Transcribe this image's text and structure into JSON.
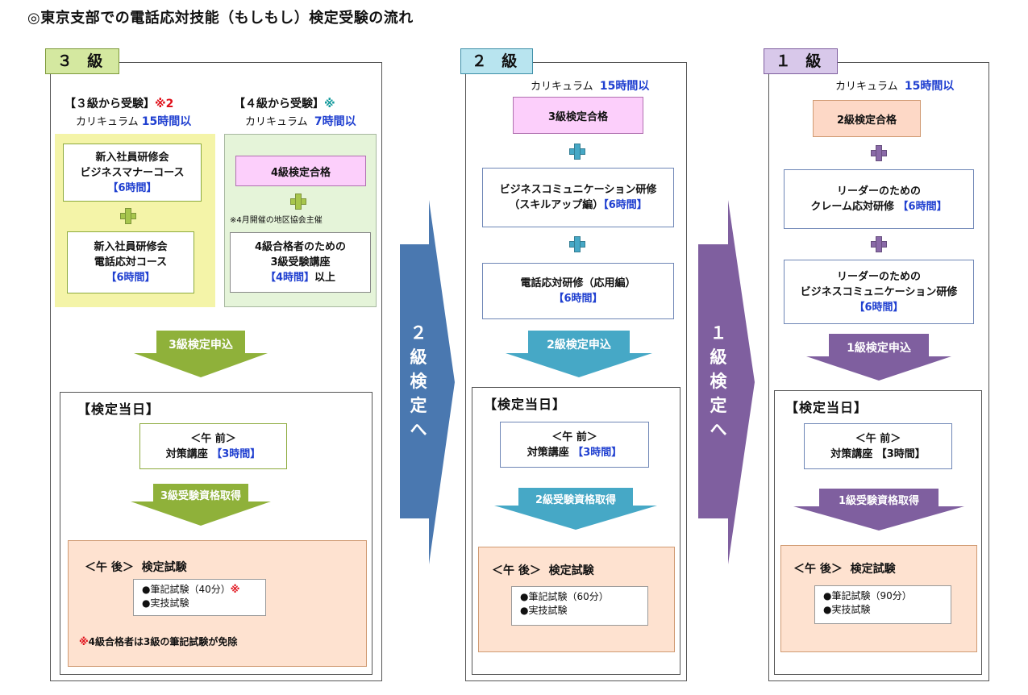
{
  "title": "◎東京支部での電話応対技能（もしもし）検定受験の流れ",
  "colors": {
    "grade3": "#b6d45d",
    "grade2": "#46a8c6",
    "grade1": "#7f5f9f",
    "accent_blue": "#1f3fd0",
    "accent_red": "#e0101a"
  },
  "grade3": {
    "tab": "３ 級",
    "left_col": {
      "header": "【３級から受験】",
      "header_mark": "※2",
      "curriculum_label": "カリキュラム",
      "curriculum_hours": "15時間以",
      "box1": {
        "line1": "新入社員研修会",
        "line2": "ビジネスマナーコース",
        "hours": "【6時間】"
      },
      "box2": {
        "line1": "新入社員研修会",
        "line2": "電話応対コース",
        "hours": "【6時間】"
      }
    },
    "right_col": {
      "header": "【４級から受験】",
      "header_mark": "※",
      "curriculum_label": "カリキュラム",
      "curriculum_hours": "7時間以",
      "pass_box": "4級検定合格",
      "note": "※4月開催の地区協会主催",
      "course": {
        "line1": "4級合格者のための",
        "line2": "3級受験講座",
        "hours": "【4時間】",
        "suffix": "以上"
      }
    },
    "apply": "3級検定申込",
    "exam_day": "【検定当日】",
    "morning": {
      "label": "＜午 前＞",
      "course": "対策講座",
      "hours": "【3時間】"
    },
    "qualify": "3級受験資格取得",
    "afternoon": {
      "label": "＜午 後＞",
      "title": "検定試験",
      "item1": "●筆記試験（40分）",
      "item1_mark": "※",
      "item2": "●実技試験"
    },
    "footnote_mark": "※",
    "footnote": "4級合格者は3級の筆記試験が免除"
  },
  "arrow_to_grade2": [
    "２",
    "級",
    "検",
    "定",
    "へ"
  ],
  "grade2": {
    "tab": "２ 級",
    "curriculum_label": "カリキュラム",
    "curriculum_hours": "15時間以",
    "pass_box": "3級検定合格",
    "box1": {
      "line1": "ビジネスコミュニケーション研修",
      "line2": "（スキルアップ編）",
      "hours": "【6時間】"
    },
    "box2": {
      "line1": "電話応対研修（応用編）",
      "hours": "【6時間】"
    },
    "apply": "2級検定申込",
    "exam_day": "【検定当日】",
    "morning": {
      "label": "＜午 前＞",
      "course": "対策講座",
      "hours": "【3時間】"
    },
    "qualify": "2級受験資格取得",
    "afternoon": {
      "label": "＜午 後＞",
      "title": "検定試験",
      "item1": "●筆記試験（60分）",
      "item2": "●実技試験"
    }
  },
  "arrow_to_grade1": [
    "１",
    "級",
    "検",
    "定",
    "へ"
  ],
  "grade1": {
    "tab": "１ 級",
    "curriculum_label": "カリキュラム",
    "curriculum_hours": "15時間以",
    "pass_box": "2級検定合格",
    "box1": {
      "line1": "リーダーのための",
      "line2": "クレーム応対研修",
      "hours": "【6時間】"
    },
    "box2": {
      "line1": "リーダーのための",
      "line2": "ビジネスコミュニケーション研修",
      "hours": "【6時間】"
    },
    "apply": "1級検定申込",
    "exam_day": "【検定当日】",
    "morning": {
      "label": "＜午 前＞",
      "course": "対策講座",
      "hours": "【3時間】"
    },
    "qualify": "1級受験資格取得",
    "afternoon": {
      "label": "＜午 後＞",
      "title": "検定試験",
      "item1": "●筆記試験（90分）",
      "item2": "●実技試験"
    }
  }
}
